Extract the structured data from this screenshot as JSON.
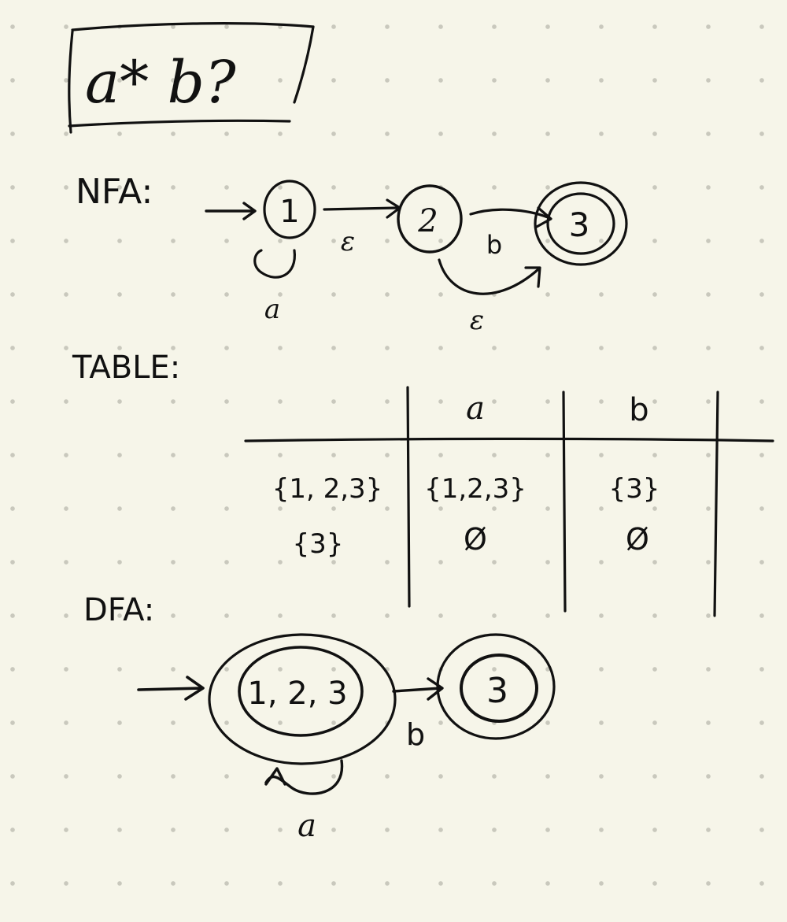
{
  "title": "a* b?",
  "nfa": {
    "label": "NFA:",
    "states": [
      "1",
      "2",
      "3"
    ],
    "labels": {
      "loop_1": "a",
      "t_1_2": "ε",
      "t_2_3": "b",
      "t_2_3_eps": "ε"
    }
  },
  "table": {
    "label": "TABLE:",
    "headers": [
      "",
      "a",
      "b"
    ],
    "rows": [
      [
        "{1, 2,3}",
        "{1,2,3}",
        "{3}"
      ],
      [
        "{3}",
        "Ø",
        "Ø"
      ]
    ]
  },
  "dfa": {
    "label": "DFA:",
    "states": [
      "1, 2, 3",
      "3"
    ],
    "labels": {
      "loop_123": "a",
      "t_123_3": "b"
    }
  }
}
